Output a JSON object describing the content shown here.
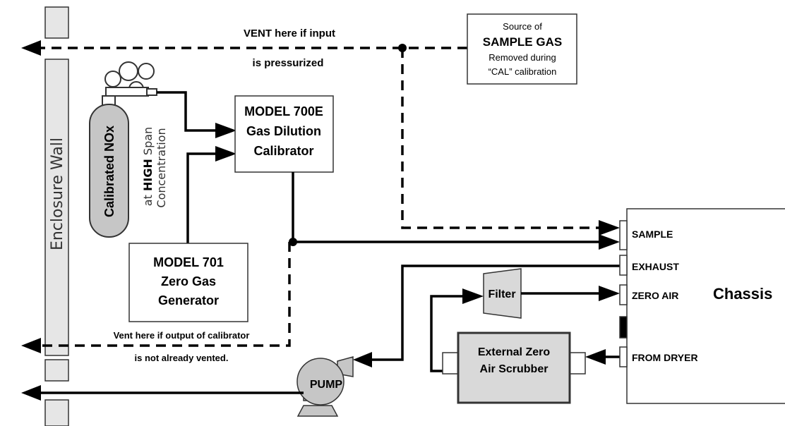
{
  "wall": {
    "label": "Enclosure Wall"
  },
  "cylinder": {
    "label": "Calibrated NOx",
    "note_prefix": "at ",
    "note_emph": "HIGH",
    "note_suffix": " Span",
    "note_line2": "Concentration"
  },
  "vents": {
    "top_line1": "VENT here if input",
    "top_line2": "is pressurized",
    "bottom_line1": "Vent here if output of calibrator",
    "bottom_line2": "is not already vented."
  },
  "source": {
    "line1": "Source of",
    "line2": "SAMPLE GAS",
    "line3": "Removed during",
    "line4": "“CAL” calibration"
  },
  "calibrator": {
    "line1": "MODEL 700E",
    "line2": "Gas Dilution",
    "line3": "Calibrator"
  },
  "zero_gen": {
    "line1": "MODEL 701",
    "line2": "Zero Gas",
    "line3": "Generator"
  },
  "filter": {
    "label": "Filter"
  },
  "scrubber": {
    "line1": "External Zero",
    "line2": "Air Scrubber"
  },
  "pump": {
    "label": "PUMP"
  },
  "chassis": {
    "label": "Chassis",
    "ports": {
      "sample": "SAMPLE",
      "exhaust": "EXHAUST",
      "zero_air": "ZERO AIR",
      "from_dryer": "FROM DRYER"
    }
  }
}
